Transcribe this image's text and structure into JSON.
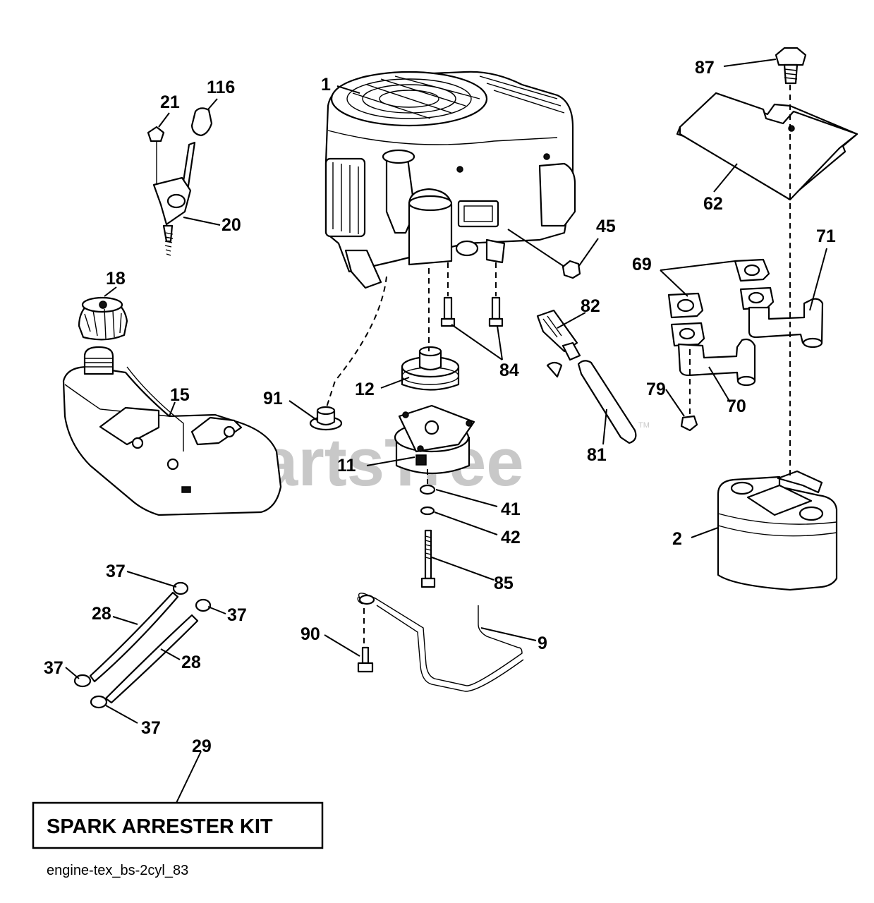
{
  "watermark": "PartsTree",
  "trademark": "TM",
  "kit_box_label": "SPARK ARRESTER KIT",
  "diagram_code": "engine-tex_bs-2cyl_83",
  "callouts": {
    "c1": "1",
    "c116": "116",
    "c21": "21",
    "c20": "20",
    "c87": "87",
    "c62": "62",
    "c45": "45",
    "c71": "71",
    "c69": "69",
    "c82": "82",
    "c18": "18",
    "c84": "84",
    "c12": "12",
    "c15": "15",
    "c91": "91",
    "c79": "79",
    "c70": "70",
    "c11": "11",
    "c81": "81",
    "c41": "41",
    "c42": "42",
    "c2": "2",
    "c85": "85",
    "c37a": "37",
    "c28a": "28",
    "c37b": "37",
    "c28b": "28",
    "c37c": "37",
    "c37d": "37",
    "c90": "90",
    "c9": "9",
    "c29": "29"
  }
}
